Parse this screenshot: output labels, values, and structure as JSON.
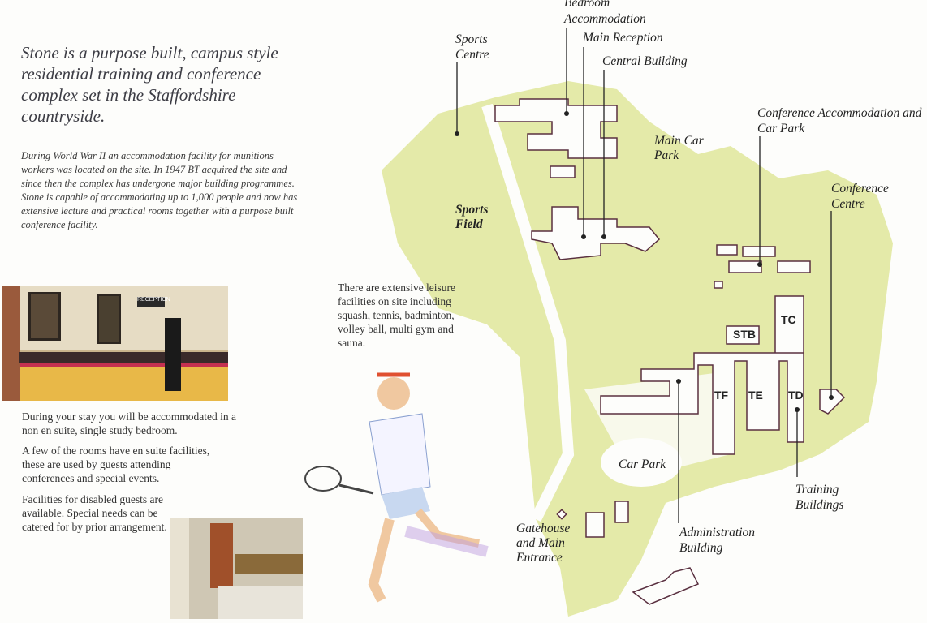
{
  "headline": "Stone is a purpose built, campus style residential training and conference complex set in the Staffordshire countryside.",
  "intro": "During World War II an accommodation facility for munitions workers was located on the site. In 1947 BT acquired the site and since then the complex has undergone major building programmes. Stone is capable of accommodating up to 1,000 people and now has extensive lecture and practical rooms together with a purpose built conference facility.",
  "leisure": "There are extensive leisure facilities on site including squash, tennis, badminton, volley ball, multi gym and sauna.",
  "paragraphs": [
    "During your stay you will be accommodated in a non en suite, single study bedroom.",
    "A few of the rooms have en suite facilities, these are used by guests attending conferences and special events.",
    "Facilities for disabled guests are available. Special needs can be catered for by prior arrangement."
  ],
  "photo_sign": "RECEPTION",
  "map": {
    "labels": {
      "bedroom": "Bedroom Accommodation",
      "main_reception": "Main Reception",
      "central_building": "Central Building",
      "sports_centre": "Sports Centre",
      "main_car_park": "Main Car Park",
      "conf_accom": "Conference Accommodation and Car Park",
      "conf_centre": "Conference Centre",
      "sports_field": "Sports Field",
      "car_park": "Car Park",
      "gatehouse": "Gatehouse and Main Entrance",
      "admin": "Administration Building",
      "training": "Training Buildings"
    },
    "buildings": {
      "tc": "TC",
      "stb": "STB",
      "tf": "TF",
      "te": "TE",
      "td": "TD"
    },
    "green": "#dfe69a"
  }
}
